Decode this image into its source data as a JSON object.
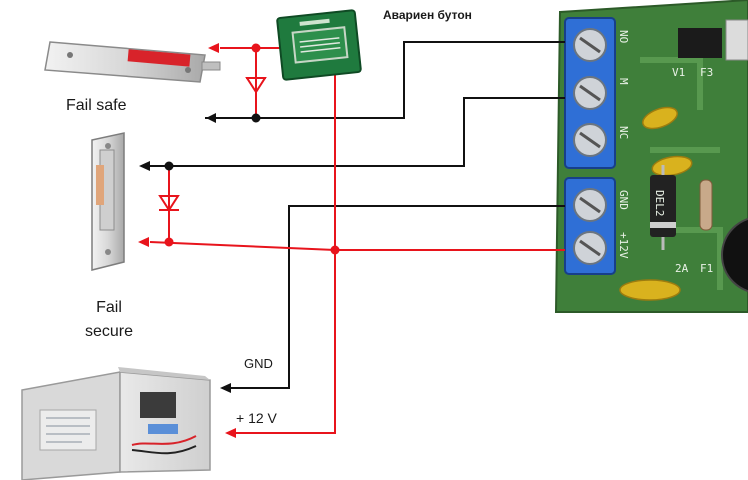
{
  "labels": {
    "emergency_button": "Авариен бутон",
    "fail_safe": "Fail safe",
    "fail_secure_line1": "Fail",
    "fail_secure_line2": "secure",
    "gnd": "GND",
    "plus_12v": "+ 12 V"
  },
  "board": {
    "silk_text": [
      "NO",
      "M",
      "NC",
      "GND",
      "+12V",
      "F1",
      "2A",
      "F3",
      "V1",
      "DEL2"
    ]
  },
  "colors": {
    "positive_wire": "#e8141c",
    "negative_wire": "#111111",
    "board": "#3f7f3a",
    "terminal": "#2f6fd6",
    "capacitor": "#d9b21e",
    "call_point": "#1f7a3e"
  }
}
